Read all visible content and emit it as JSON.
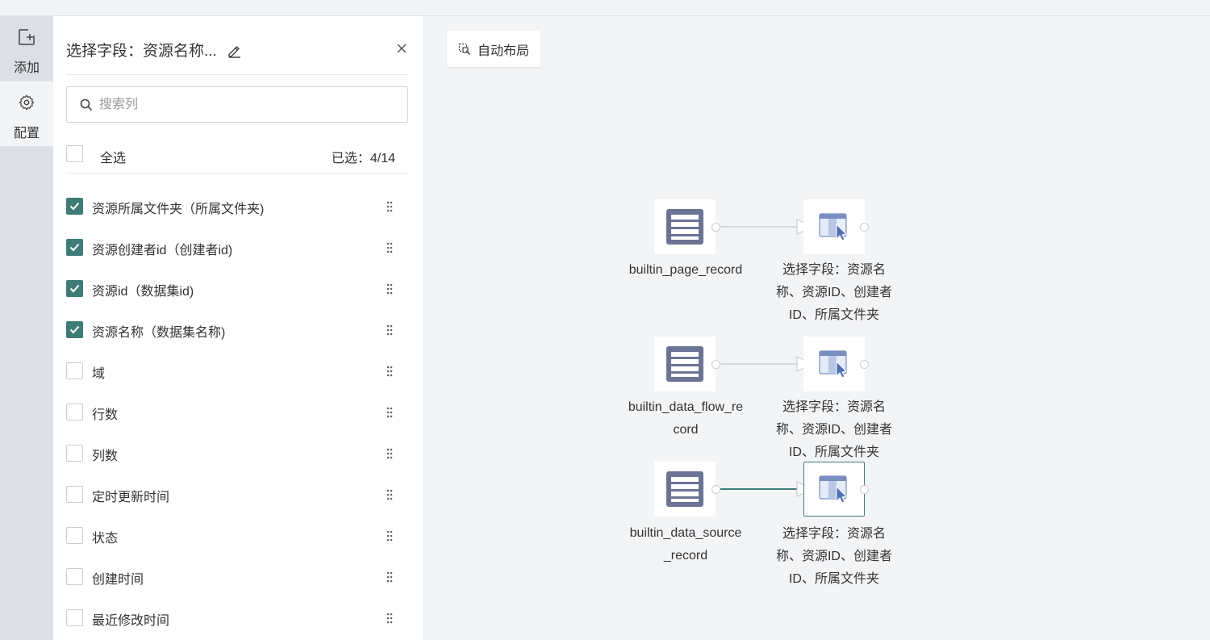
{
  "sidebar_rail": {
    "add_label": "添加",
    "config_label": "配置"
  },
  "panel": {
    "title": "选择字段：资源名称...",
    "search_placeholder": "搜索列",
    "select_all_label": "全选",
    "selected_count": "已选：4/14",
    "fields": [
      {
        "label": "资源所属文件夹（所属文件夹)",
        "checked": true
      },
      {
        "label": "资源创建者id（创建者id)",
        "checked": true
      },
      {
        "label": "资源id（数据集id)",
        "checked": true
      },
      {
        "label": "资源名称（数据集名称)",
        "checked": true
      },
      {
        "label": "域",
        "checked": false
      },
      {
        "label": "行数",
        "checked": false
      },
      {
        "label": "列数",
        "checked": false
      },
      {
        "label": "定时更新时间",
        "checked": false
      },
      {
        "label": "状态",
        "checked": false
      },
      {
        "label": "创建时间",
        "checked": false
      },
      {
        "label": "最近修改时间",
        "checked": false
      }
    ]
  },
  "canvas": {
    "auto_layout_label": "自动布局",
    "flows": [
      {
        "source": {
          "label_lines": [
            "builtin_page_record"
          ],
          "icon": "table-icon"
        },
        "target": {
          "label_lines": [
            "选择字段：资源名",
            "称、资源ID、创建者",
            "ID、所属文件夹"
          ],
          "icon": "select-fields-icon"
        }
      },
      {
        "source": {
          "label_lines": [
            "builtin_data_flow_re",
            "cord"
          ],
          "icon": "table-icon"
        },
        "target": {
          "label_lines": [
            "选择字段：资源名",
            "称、资源ID、创建者",
            "ID、所属文件夹"
          ],
          "icon": "select-fields-icon"
        }
      },
      {
        "source": {
          "label_lines": [
            "builtin_data_source",
            "_record"
          ],
          "icon": "table-icon"
        },
        "target": {
          "label_lines": [
            "选择字段：资源名",
            "称、资源ID、创建者",
            "ID、所属文件夹"
          ],
          "icon": "select-fields-icon",
          "selected": true
        }
      }
    ]
  },
  "colors": {
    "accent": "#3f7c78",
    "table_icon": "#6b7494",
    "select_icon_blue": "#5b7fc0"
  }
}
